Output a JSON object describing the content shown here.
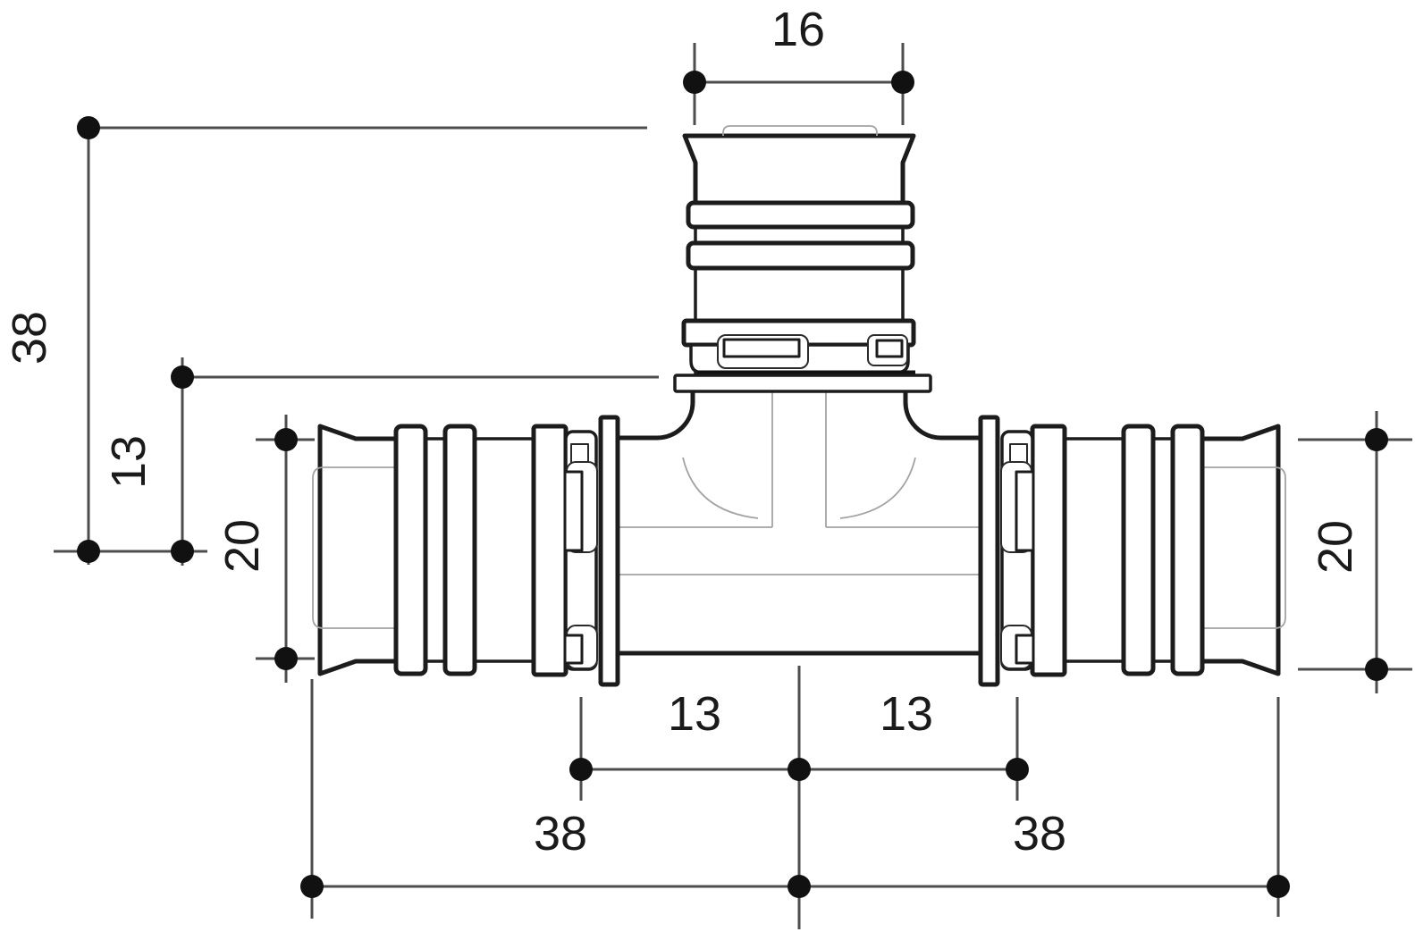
{
  "drawing": {
    "kind": "technical dimension drawing of a press-fit tee pipe fitting",
    "colors": {
      "background": "#ffffff",
      "outline": "#1c1c1c",
      "dimension_line": "#4d4d4d",
      "dimension_dot": "#111111",
      "construction_line": "#a3a3a3",
      "label_text": "#1a1a1a"
    },
    "dimensions": {
      "top_width": "16",
      "left_total_height": "38",
      "left_center_offset": "13",
      "left_pipe_diameter": "20",
      "right_pipe_diameter": "20",
      "bottom_center_left_offset": "13",
      "bottom_center_right_offset": "13",
      "bottom_left_length": "38",
      "bottom_right_length": "38"
    }
  }
}
